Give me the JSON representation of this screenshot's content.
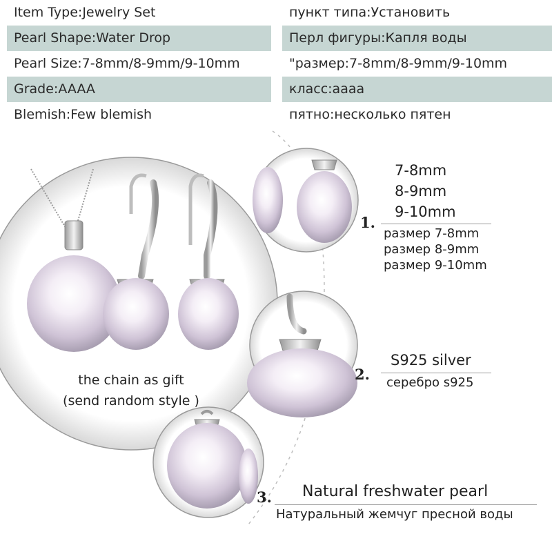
{
  "spec": {
    "rows": [
      {
        "en": "Item Type:Jewelry Set",
        "ru": "пункт типа:Установить"
      },
      {
        "en": "Pearl Shape:Water Drop",
        "ru": "Перл фигуры:Капля воды"
      },
      {
        "en": "Pearl Size:7-8mm/8-9mm/9-10mm",
        "ru": "\"размер:7-8mm/8-9mm/9-10mm"
      },
      {
        "en": "Grade:AAAA",
        "ru": "класс:аааа"
      },
      {
        "en": "Blemish:Few blemish",
        "ru": "пятно:несколько пятен"
      }
    ]
  },
  "gift": {
    "line1": "the chain as gift",
    "line2": "(send random style )"
  },
  "feature1": {
    "number": "1.",
    "sizes_en": [
      "7-8mm",
      "8-9mm",
      "9-10mm"
    ],
    "sizes_ru": [
      "размер 7-8mm",
      "размер 8-9mm",
      "размер 9-10mm"
    ]
  },
  "feature2": {
    "number": "2.",
    "label_en": "S925 silver",
    "label_ru": "серебро s925"
  },
  "feature3": {
    "number": "3.",
    "label_en": "Natural freshwater pearl",
    "label_ru": "Натуральный жемчуг пресной воды"
  },
  "colors": {
    "table_shade": "#c6d6d3",
    "pearl": "#f3eef5",
    "silver": "#d8d8d8"
  }
}
